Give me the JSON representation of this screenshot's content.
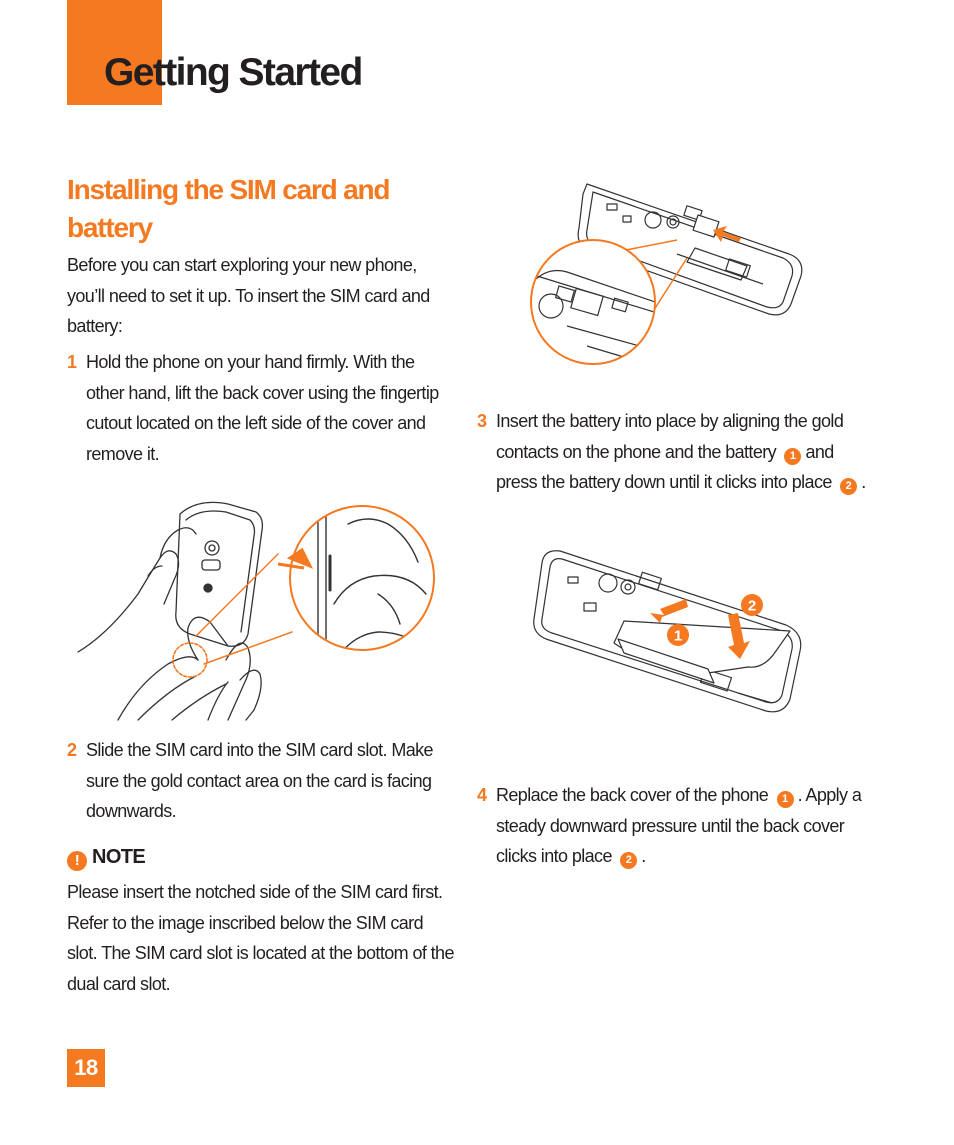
{
  "header": {
    "title": "Getting Started"
  },
  "section": {
    "title": "Installing the SIM card and battery",
    "intro": "Before you can start exploring your new phone, you’ll need to set it up. To insert the SIM card and battery:"
  },
  "steps": [
    {
      "number": "1",
      "text": "Hold the phone on your hand firmly. With the other hand, lift the back cover using the fingertip cutout located on the left side of the cover and remove it."
    },
    {
      "number": "2",
      "text": "Slide the SIM card into the SIM card slot. Make sure the gold contact area on the card is facing downwards."
    },
    {
      "number": "3",
      "text_a": "Insert the battery into place by aligning the gold contacts on the phone and the battery",
      "text_b": "and press the battery down until it clicks into place",
      "text_c": "."
    },
    {
      "number": "4",
      "text_a": "Replace the back cover of the phone",
      "text_b": ". Apply a steady downward pressure until the back cover clicks into place",
      "text_c": "."
    }
  ],
  "badges": {
    "one": "1",
    "two": "2"
  },
  "note": {
    "icon": "!",
    "heading": "NOTE",
    "text": "Please insert the notched side of the SIM card first. Refer to the image inscribed below the SIM card slot. The SIM card slot is located at the bottom of the dual card slot."
  },
  "footer": {
    "page_number": "18"
  },
  "figure_callouts": {
    "battery_one": "1",
    "battery_two": "2"
  },
  "colors": {
    "accent": "#f47920",
    "text": "#231f20",
    "line_art": "#333333"
  },
  "icons": {
    "note": "exclamation-circle-icon",
    "step_marker": "numbered-circle-badge"
  }
}
